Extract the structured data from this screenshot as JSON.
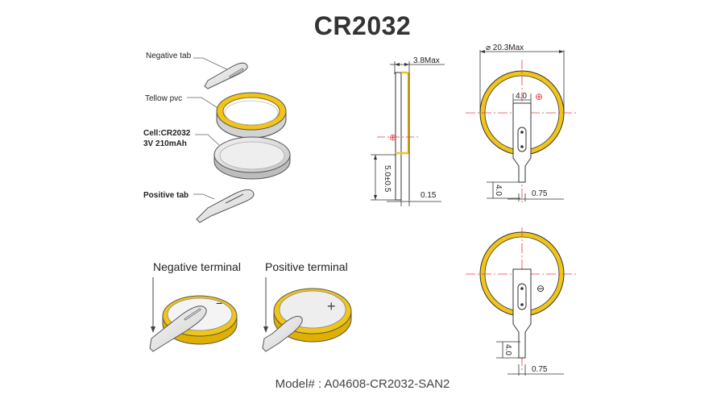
{
  "title": "CR2032",
  "exploded_labels": {
    "negative_tab": "Negative tab",
    "yellow_pvc": "Tellow pvc",
    "cell_line1": "Cell:CR2032",
    "cell_line2": "3V 210mAh",
    "positive_tab": "Positive tab"
  },
  "terminals": {
    "negative": "Negative terminal",
    "positive": "Positive terminal",
    "negative_symbol": "−",
    "positive_symbol": "+"
  },
  "dimensions": {
    "thickness": "3.8Max",
    "tab_offset": "5.0±0.5",
    "tab_thickness": "0.15",
    "diameter": "⌀ 20.3Max",
    "tab_width": "4.0",
    "tab_length_top": "4.0",
    "tab_thickness_top": "0.75",
    "tab_length_bottom": "4.0",
    "tab_thickness_bottom": "0.75",
    "plus_mark": "⊕",
    "minus_mark": "⊖"
  },
  "footer": "Model# : A04608-CR2032-SAN2",
  "colors": {
    "yellow": "#f0c419",
    "yellow_dark": "#d9a90a",
    "silver": "#d6d6d6",
    "red_center": "#e8423c",
    "line": "#333333"
  }
}
